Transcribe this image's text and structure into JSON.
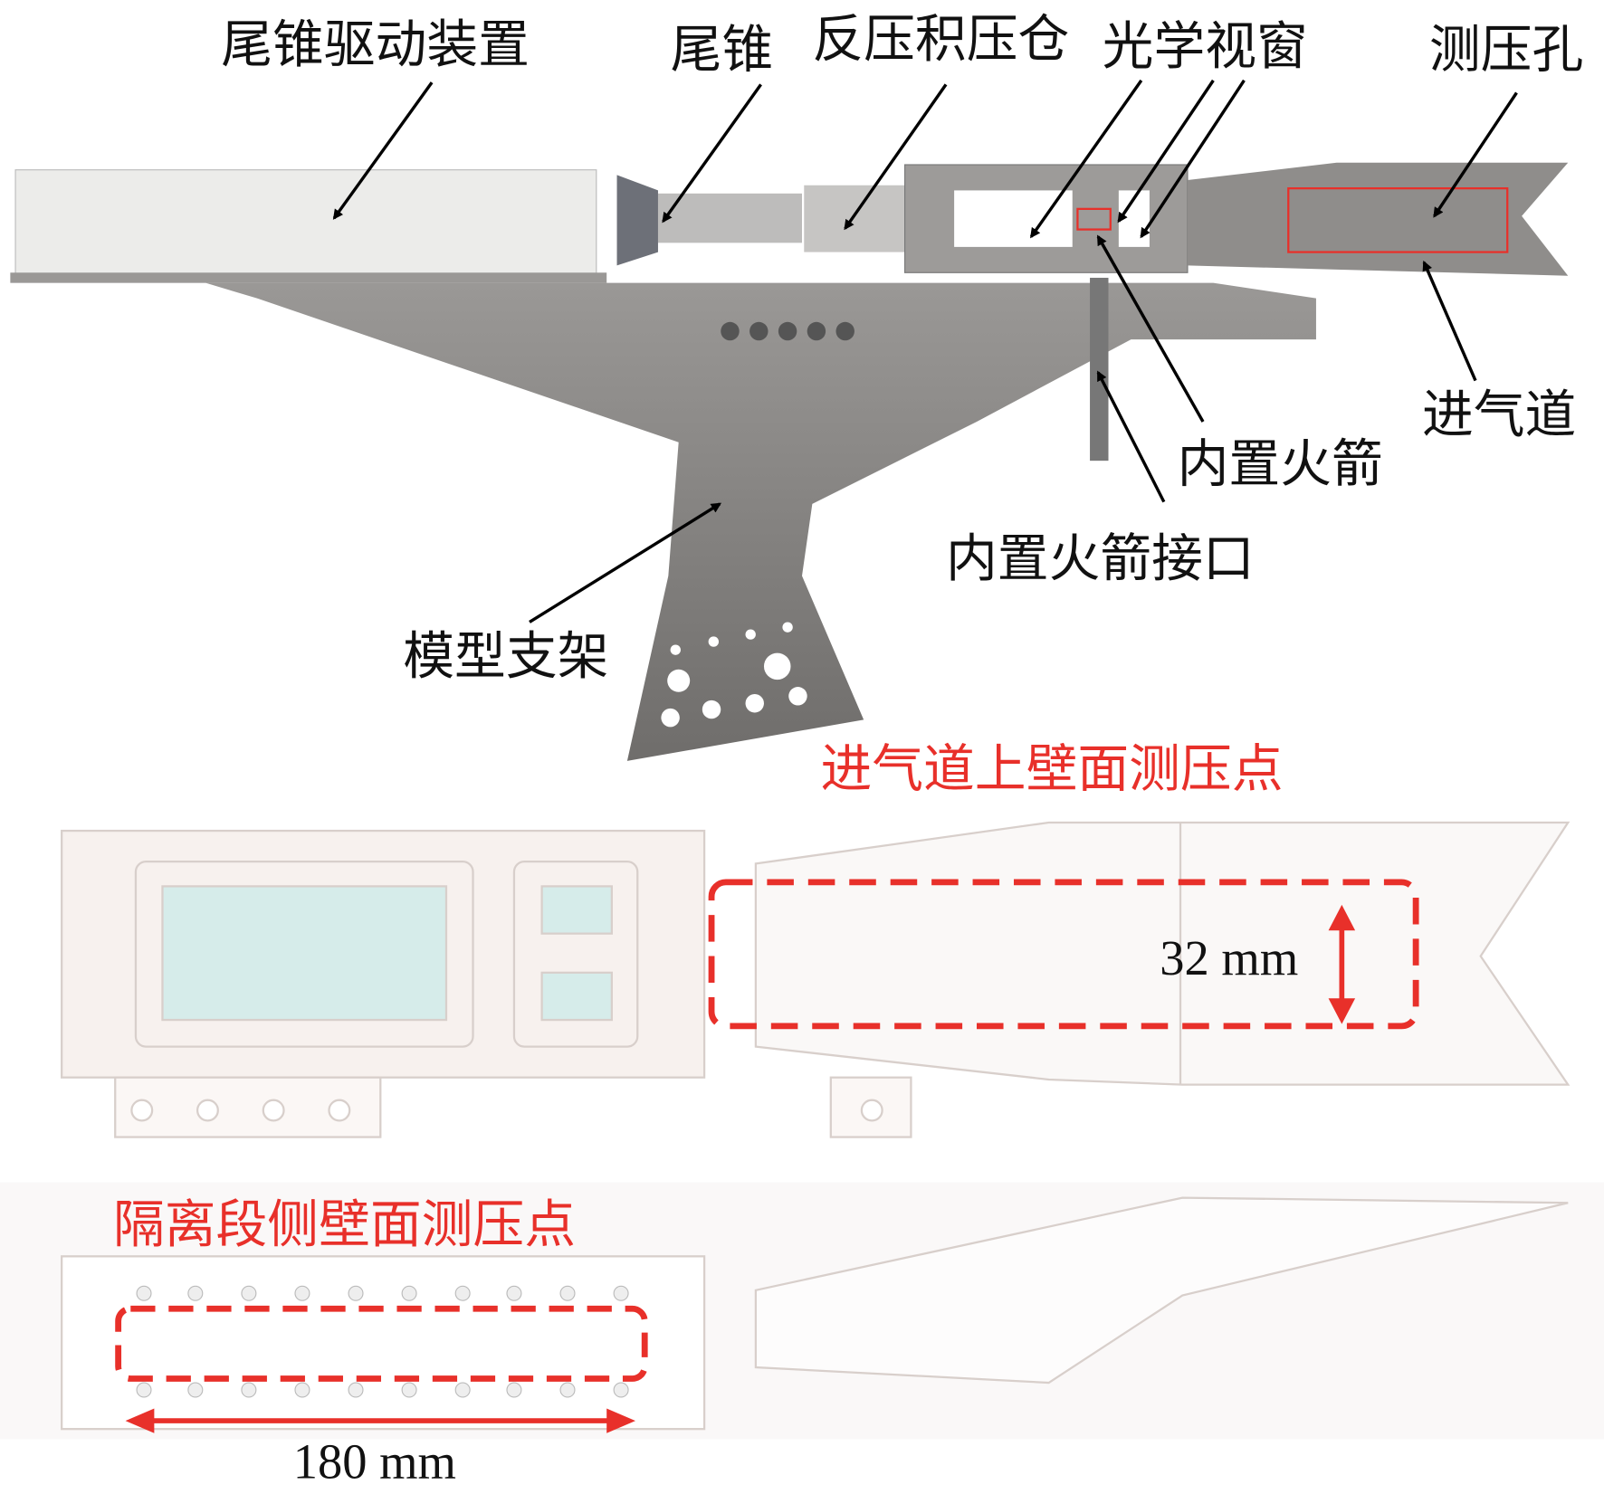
{
  "labels": {
    "tail_cone_drive": "尾锥驱动装置",
    "tail_cone": "尾锥",
    "back_pressure_chamber": "反压积压仓",
    "optical_window": "光学视窗",
    "pressure_tap": "测压孔",
    "inlet": "进气道",
    "internal_rocket": "内置火箭",
    "internal_rocket_interface": "内置火箭接口",
    "model_support": "模型支架",
    "inlet_upper_wall_taps": "进气道上壁面测压点",
    "isolator_side_wall_taps": "隔离段侧壁面测压点"
  },
  "dimensions": {
    "height": "32 mm",
    "length": "180 mm"
  },
  "colors": {
    "annotation_red": "#e8302a",
    "metal": "#8a8886",
    "panel": "#f7f1ee",
    "glass": "#d6ecea"
  }
}
